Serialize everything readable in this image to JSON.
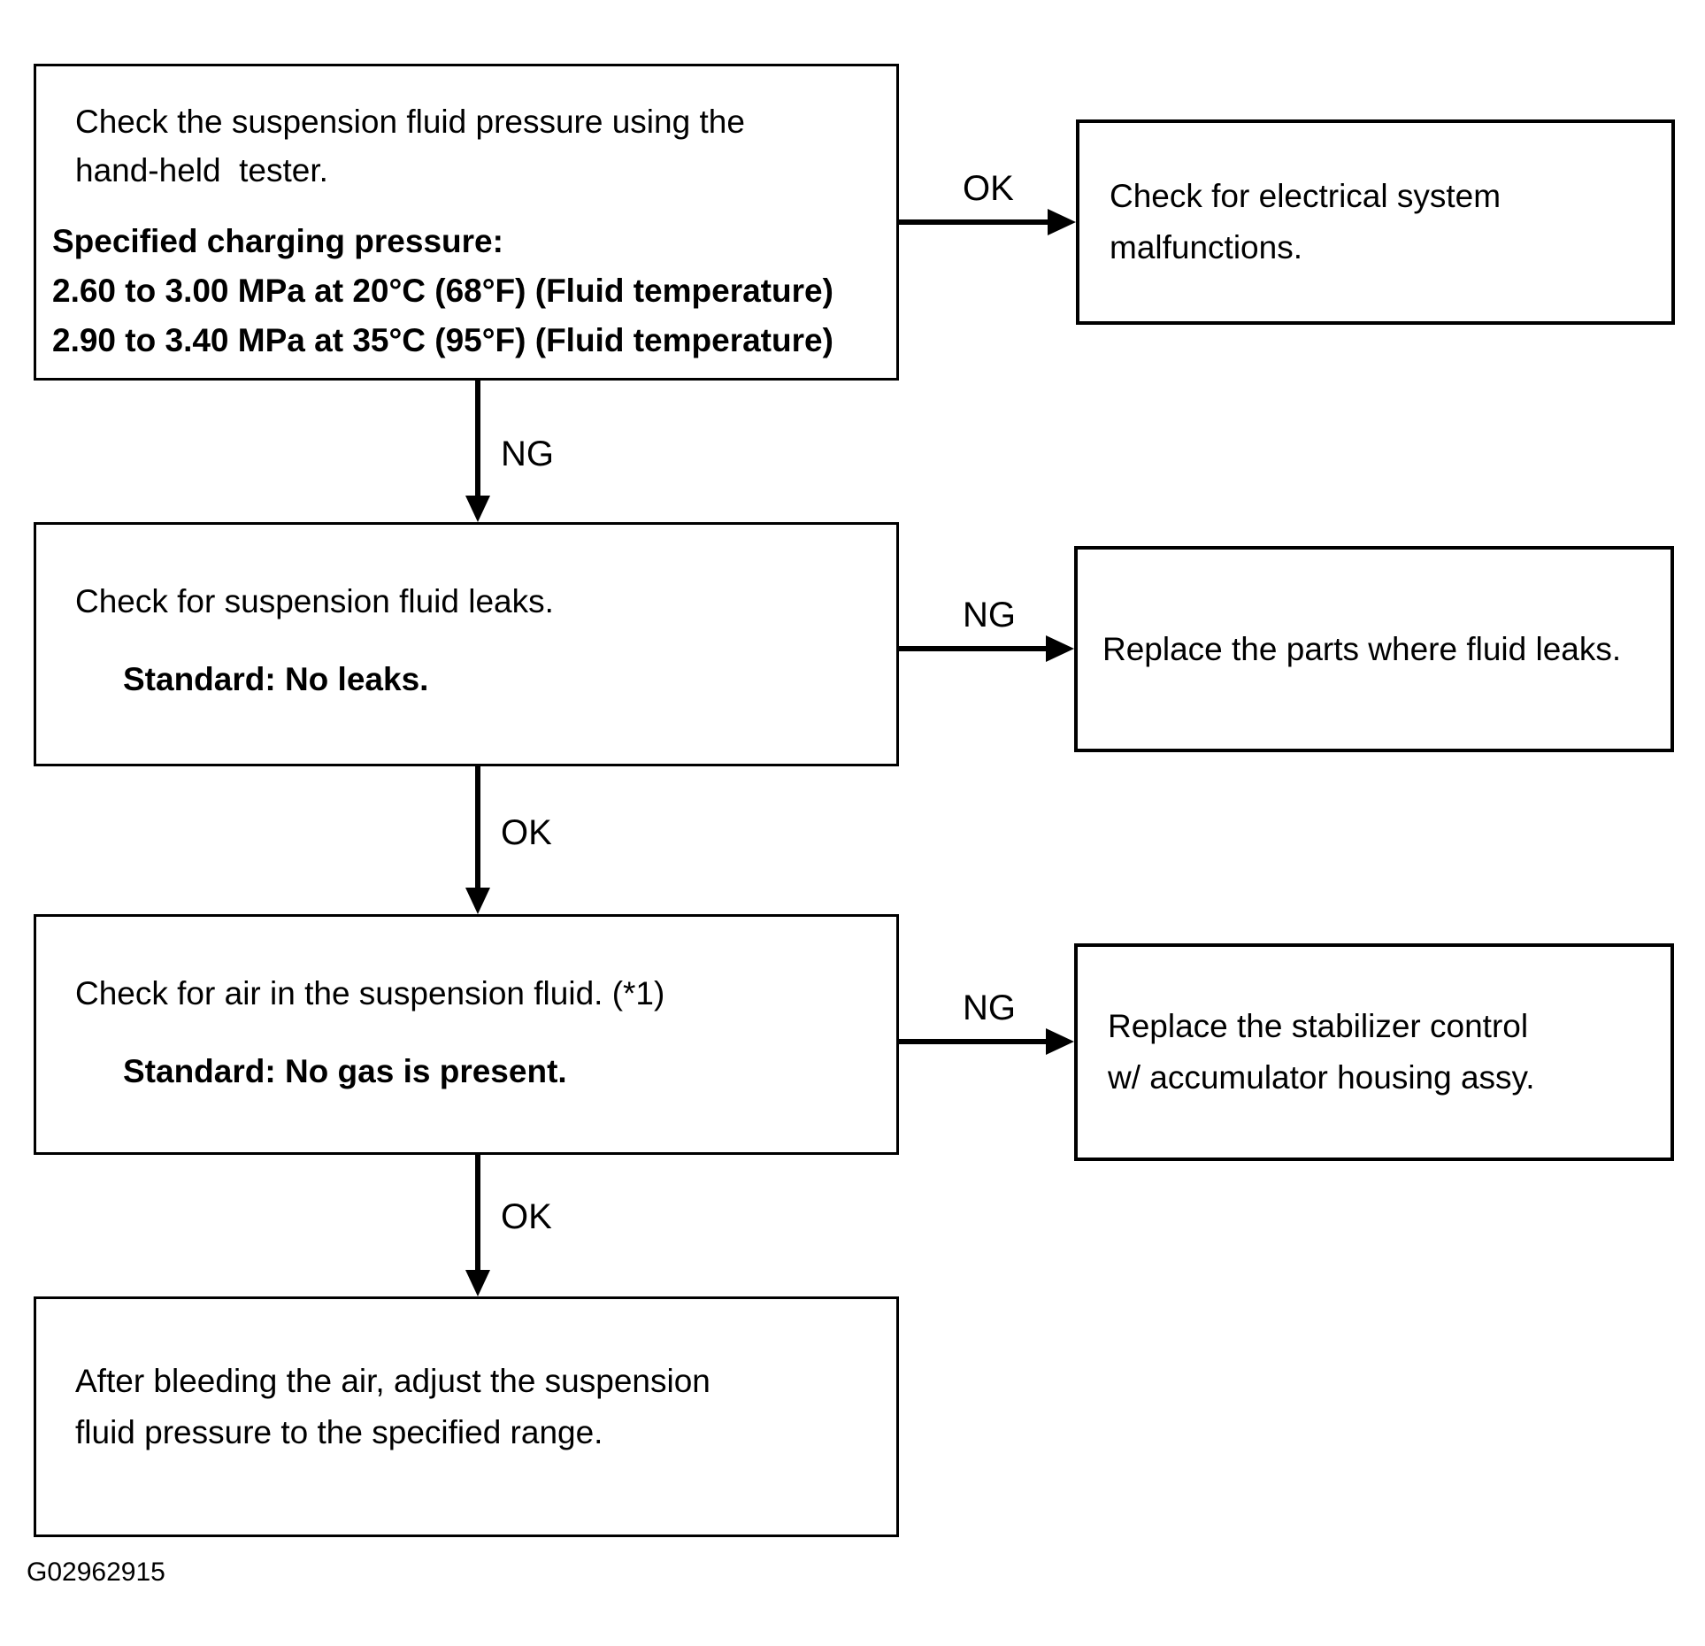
{
  "diagram": {
    "figure_code": "G02962915",
    "colors": {
      "line": "#000000",
      "background": "#ffffff",
      "text": "#000000"
    },
    "boxes": {
      "check_pressure": {
        "line1": "Check the suspension fluid pressure using the",
        "line2": "hand-held  tester.",
        "spec_title": "Specified charging pressure:",
        "spec_line1": "2.60 to 3.00 MPa at 20°C (68°F) (Fluid temperature)",
        "spec_line2": "2.90 to 3.40 MPa at 35°C (95°F) (Fluid temperature)"
      },
      "check_electrical": {
        "line1": "Check for electrical system",
        "line2": "malfunctions."
      },
      "check_leaks": {
        "line1": "Check for suspension fluid leaks.",
        "standard": "Standard: No leaks."
      },
      "replace_leak_parts": {
        "line1": "Replace the parts where fluid leaks."
      },
      "check_air": {
        "line1": "Check for air in the suspension fluid. (*1)",
        "standard": "Standard: No gas is present."
      },
      "replace_stabilizer": {
        "line1": "Replace the stabilizer control",
        "line2": "w/ accumulator housing assy."
      },
      "adjust_pressure": {
        "line1": "After bleeding the air, adjust the suspension",
        "line2": "fluid pressure to the specified range."
      }
    },
    "labels": {
      "ok1": "OK",
      "ng1": "NG",
      "ng2": "NG",
      "ok2": "OK",
      "ng3": "NG",
      "ok3": "OK"
    }
  }
}
